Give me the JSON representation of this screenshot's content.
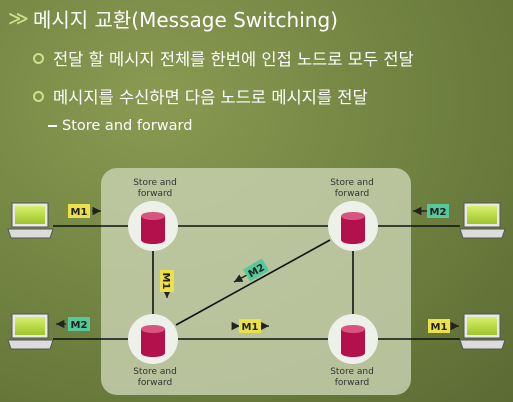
{
  "title": {
    "arrow": "≫",
    "text": "메시지 교환(Message Switching)"
  },
  "bullets": [
    {
      "text": "전달 할 메시지 전체를 한번에 인접 노드로 모두 전달"
    },
    {
      "text": "메시지를 수신하면 다음 노드로 메시지를 전달"
    }
  ],
  "sub_bullet": {
    "text": "Store and forward"
  },
  "diagram": {
    "node_label_line1": "Store and",
    "node_label_line2": "forward",
    "messages": [
      {
        "id": "m1-left-in",
        "label": "M1",
        "color": "#ece14a"
      },
      {
        "id": "m1-down",
        "label": "M1",
        "color": "#ece14a"
      },
      {
        "id": "m1-middle",
        "label": "M1",
        "color": "#ece14a"
      },
      {
        "id": "m1-right-out",
        "label": "M1",
        "color": "#ece14a"
      },
      {
        "id": "m2-right-in",
        "label": "M2",
        "color": "#55c99a"
      },
      {
        "id": "m2-diagonal",
        "label": "M2",
        "color": "#55c99a"
      },
      {
        "id": "m2-left-out",
        "label": "M2",
        "color": "#55c99a"
      }
    ]
  }
}
